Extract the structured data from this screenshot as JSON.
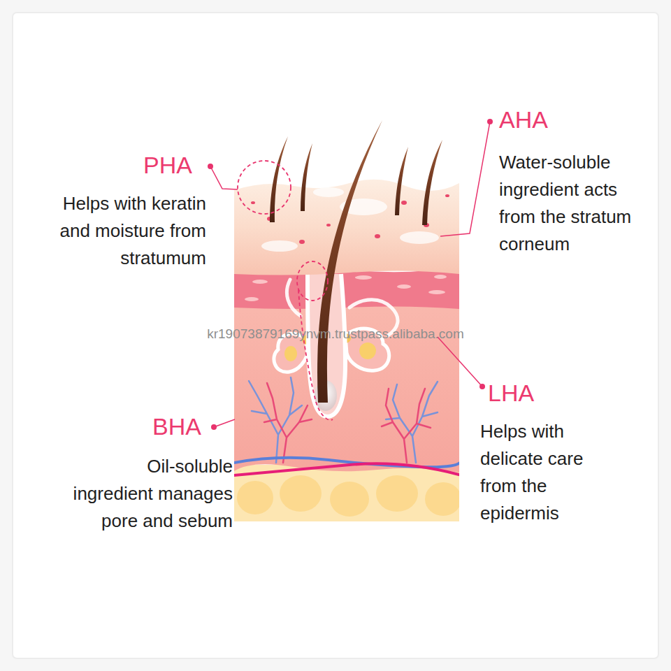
{
  "diagram": {
    "labels": [
      "PHA",
      "Helps with keratin and moisture from stratumum",
      "AHA",
      "Water-soluble ingredient acts from the stratum corneum",
      "BHA",
      "Oil-soluble ingredient manages pore and sebum",
      "LHA",
      "Helps with delicate care from the epidermis",
      "kr19073879169ynvm.trustpass.alibaba.com"
    ]
  }
}
